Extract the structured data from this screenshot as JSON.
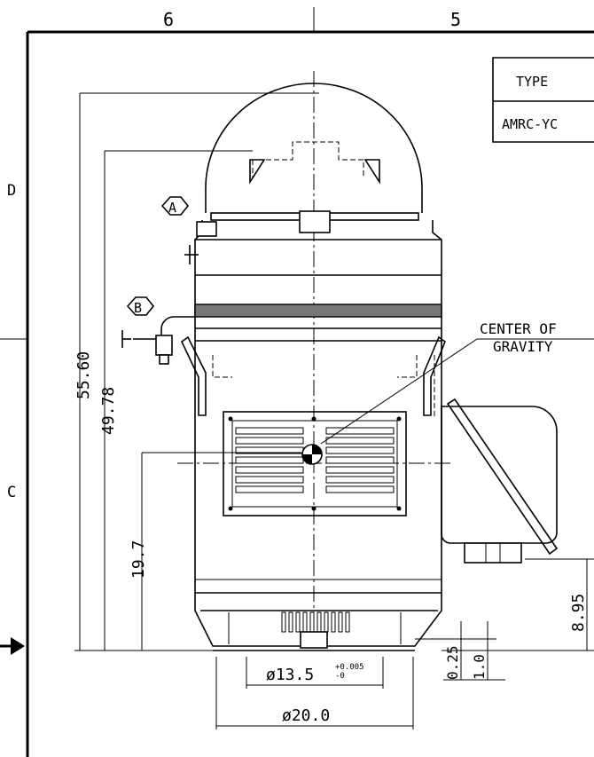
{
  "zones": {
    "col_left": "6",
    "col_right": "5",
    "row_top": "D",
    "row_bottom": "C"
  },
  "title_block": {
    "type_label": "TYPE",
    "type_value": "AMRC-YC"
  },
  "callouts": {
    "a": "A",
    "b": "B"
  },
  "annotation": {
    "cog_line1": "CENTER OF",
    "cog_line2": "GRAVITY"
  },
  "dimensions": {
    "overall_height": "55.60",
    "body_height": "49.78",
    "cog_height": "19.7",
    "conduit_height": "8.95",
    "base_offset": "0.25",
    "base_thickness": "1.0",
    "pilot_dia": "ø13.5",
    "tol_plus": "+0.005",
    "tol_minus": "-0",
    "base_dia": "ø20.0"
  }
}
